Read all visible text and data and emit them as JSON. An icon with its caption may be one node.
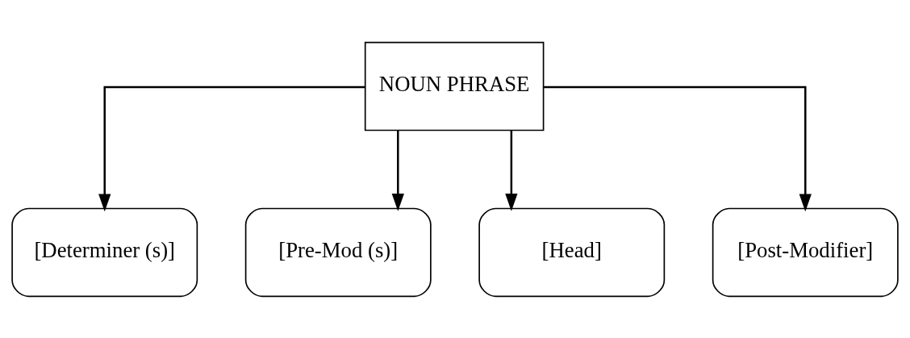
{
  "diagram": {
    "nodes": [
      {
        "text": [
          "NOUN PHRASE"
        ]
      },
      {
        "text": [
          "[Determiner (s)]"
        ]
      },
      {
        "text": [
          "[Pre-Mod (s)]"
        ]
      },
      {
        "text": [
          "[Head]"
        ]
      },
      {
        "text": [
          "[Post-Modifier]"
        ]
      }
    ],
    "edges": [
      {
        "from": 0,
        "to": 1,
        "arrow": "to"
      },
      {
        "from": 0,
        "to": 2,
        "arrow": "to"
      },
      {
        "from": 0,
        "to": 3,
        "arrow": "to"
      },
      {
        "from": 0,
        "to": 4,
        "arrow": "to"
      }
    ]
  }
}
